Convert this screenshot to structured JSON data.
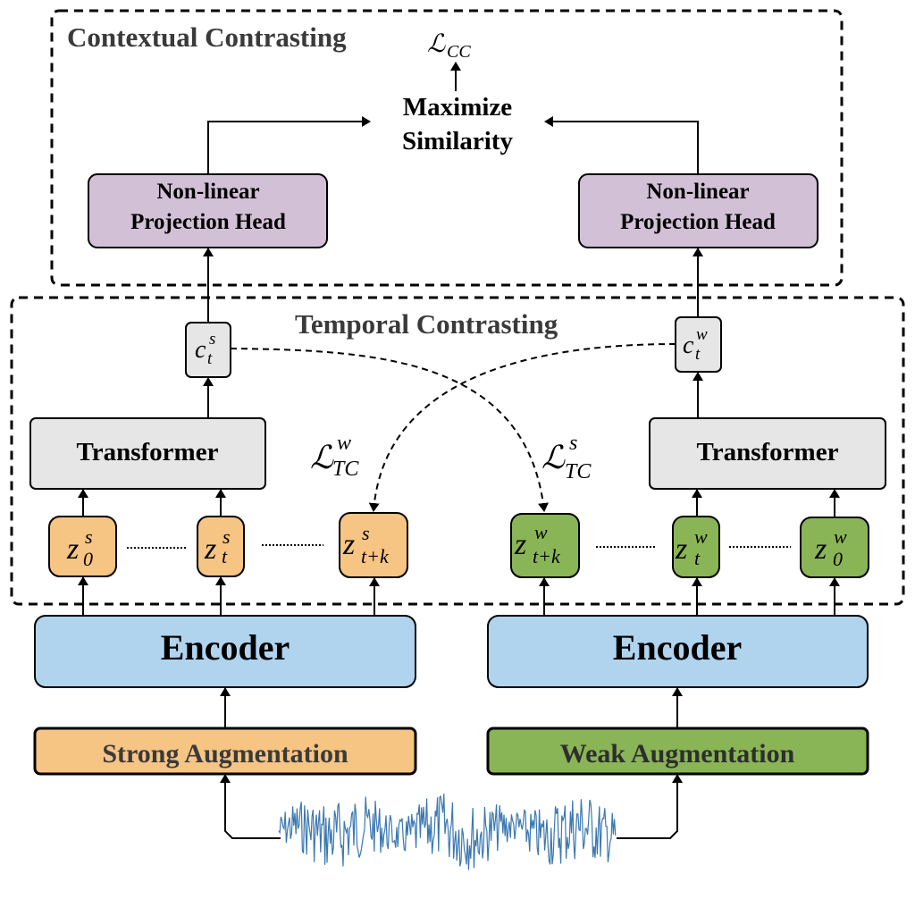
{
  "diagram": {
    "regions": {
      "contextual": {
        "title": "Contextual Contrasting"
      },
      "temporal": {
        "title": "Temporal Contrasting"
      }
    },
    "loss_cc": {
      "main": "ℒ",
      "sub": "CC"
    },
    "maximize": {
      "line1": "Maximize",
      "line2": "Similarity"
    },
    "projection_head": {
      "line1": "Non-linear",
      "line2": "Projection Head"
    },
    "transformer": {
      "label": "Transformer"
    },
    "encoder": {
      "label": "Encoder"
    },
    "strong_aug": {
      "label": "Strong Augmentation"
    },
    "weak_aug": {
      "label": "Weak Augmentation"
    },
    "context_strong": {
      "base": "c",
      "sup": "s",
      "sub": "t"
    },
    "context_weak": {
      "base": "c",
      "sup": "w",
      "sub": "t"
    },
    "loss_tc_w": {
      "main": "ℒ",
      "sup": "w",
      "sub": "TC"
    },
    "loss_tc_s": {
      "main": "ℒ",
      "sup": "s",
      "sub": "TC"
    },
    "strong_tokens": [
      {
        "base": "z",
        "sup": "s",
        "sub": "0"
      },
      {
        "base": "z",
        "sup": "s",
        "sub": "t"
      },
      {
        "base": "z",
        "sup": "s",
        "sub": "t+k"
      }
    ],
    "weak_tokens": [
      {
        "base": "z",
        "sup": "w",
        "sub": "t+k"
      },
      {
        "base": "z",
        "sup": "w",
        "sub": "t"
      },
      {
        "base": "z",
        "sup": "w",
        "sub": "0"
      }
    ],
    "colors": {
      "projection": "#d2c1d6",
      "transformer": "#e6e6e6",
      "encoder": "#b0d4ee",
      "strong": "#f6c483",
      "weak": "#89b556",
      "signal": "#3b78b0",
      "region_title": "#3a3a3a"
    }
  }
}
